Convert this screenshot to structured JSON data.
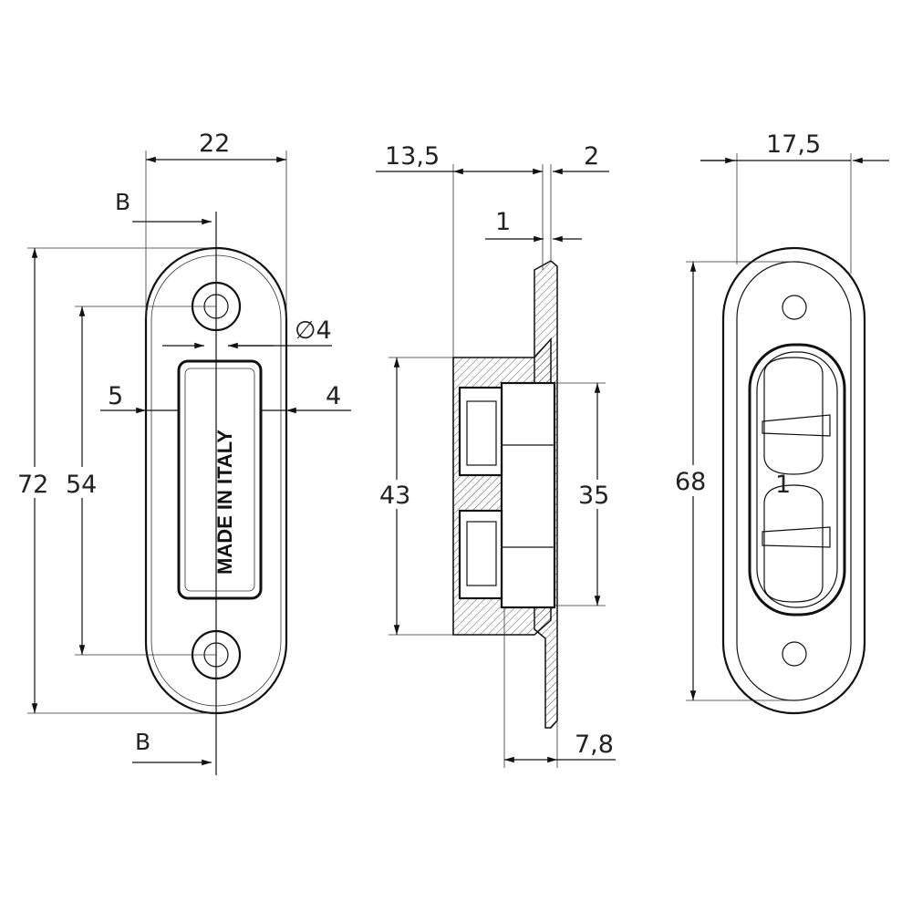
{
  "diagram": {
    "front_view": {
      "dim_width": "22",
      "dim_height": "72",
      "dim_hole_spacing": "54",
      "dim_hole_diameter": "∅4",
      "dim_offset_left": "5",
      "dim_offset_right": "4",
      "section_label_top": "B",
      "section_label_bottom": "B",
      "stamp_text": "MADE IN ITALY"
    },
    "side_view": {
      "dim_depth": "13,5",
      "dim_flange": "2",
      "dim_plate": "1",
      "dim_body_height": "43",
      "dim_inner_height": "35",
      "dim_projection": "7,8"
    },
    "back_view": {
      "dim_width": "17,5",
      "dim_height": "68",
      "marking": "1"
    }
  }
}
